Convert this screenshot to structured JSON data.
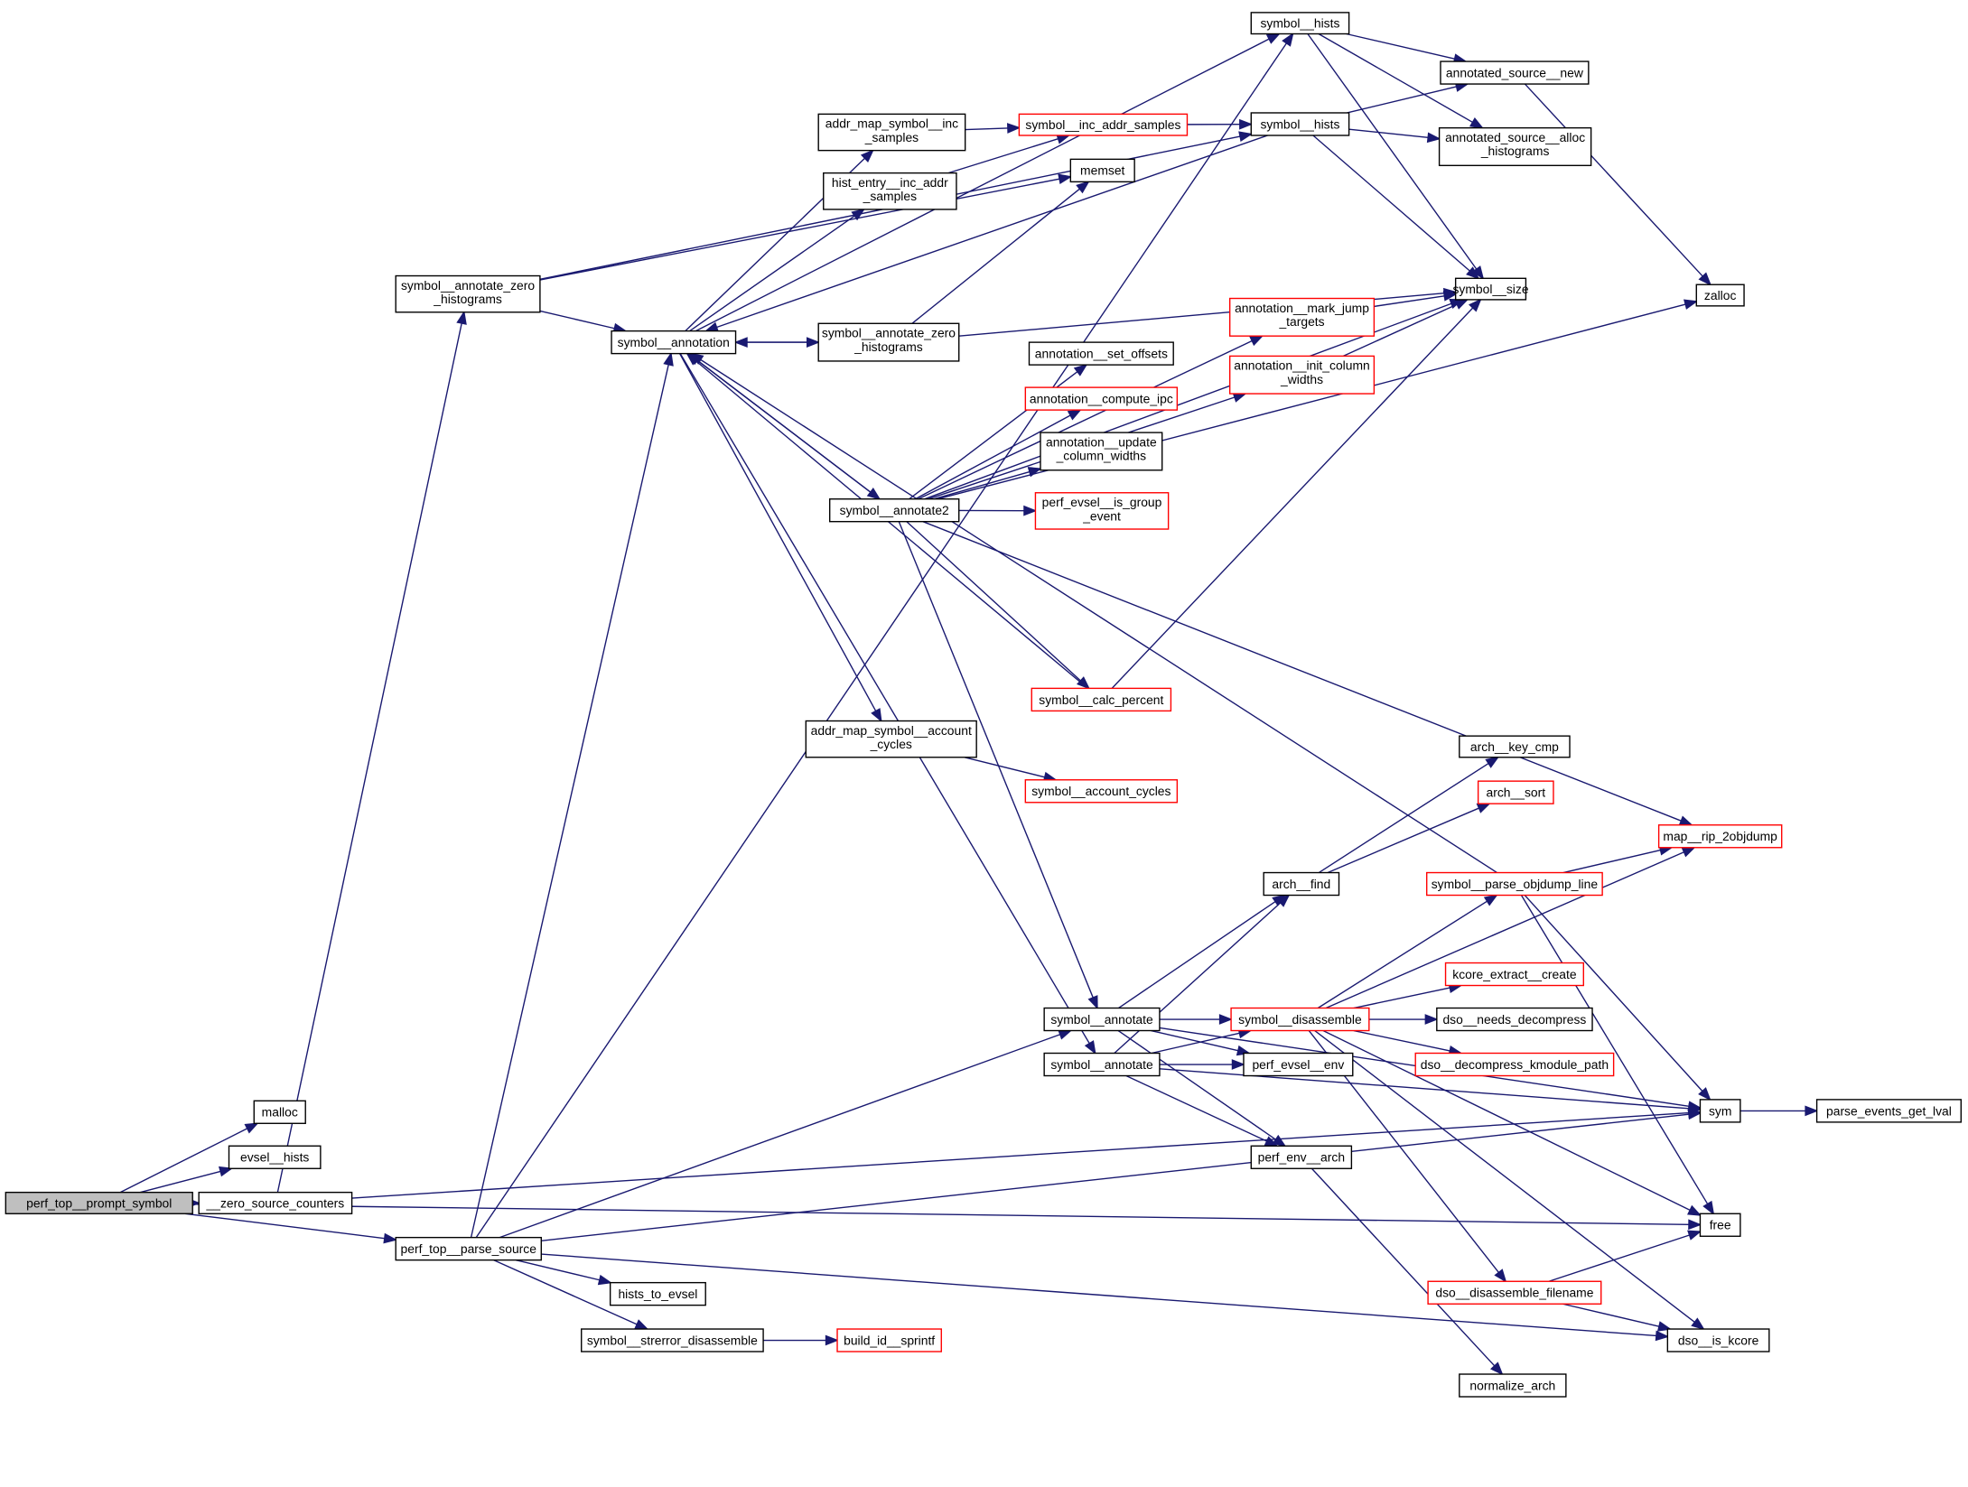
{
  "colors": {
    "edge": "#191970",
    "root_fill": "#bfbfbf",
    "undocumented_border": "#ff0000",
    "documented_border": "#000000"
  },
  "nodes": [
    {
      "id": "prompt",
      "label": [
        "perf_top__prompt_symbol"
      ],
      "style": "root"
    },
    {
      "id": "malloc",
      "label": [
        "malloc"
      ],
      "style": "black"
    },
    {
      "id": "evsel_hists",
      "label": [
        "evsel__hists"
      ],
      "style": "black"
    },
    {
      "id": "zero_src",
      "label": [
        "__zero_source_counters"
      ],
      "style": "black"
    },
    {
      "id": "parse_source",
      "label": [
        "perf_top__parse_source"
      ],
      "style": "black"
    },
    {
      "id": "hists_to_evsel",
      "label": [
        "hists_to_evsel"
      ],
      "style": "black"
    },
    {
      "id": "strerror",
      "label": [
        "symbol__strerror_disassemble"
      ],
      "style": "black"
    },
    {
      "id": "build_id",
      "label": [
        "build_id__sprintf"
      ],
      "style": "red"
    },
    {
      "id": "zero_hist_l",
      "label": [
        "symbol__annotate_zero",
        "_histograms"
      ],
      "style": "black"
    },
    {
      "id": "annotation",
      "label": [
        "symbol__annotation"
      ],
      "style": "black"
    },
    {
      "id": "addr_inc",
      "label": [
        "addr_map_symbol__inc",
        "_samples"
      ],
      "style": "black"
    },
    {
      "id": "he_inc",
      "label": [
        "hist_entry__inc_addr",
        "_samples"
      ],
      "style": "black"
    },
    {
      "id": "sym_inc",
      "label": [
        "symbol__inc_addr_samples"
      ],
      "style": "red"
    },
    {
      "id": "hists_top",
      "label": [
        "symbol__hists"
      ],
      "style": "black"
    },
    {
      "id": "hists_mid",
      "label": [
        "symbol__hists"
      ],
      "style": "black"
    },
    {
      "id": "as_new",
      "label": [
        "annotated_source__new"
      ],
      "style": "black"
    },
    {
      "id": "as_alloc",
      "label": [
        "annotated_source__alloc",
        "_histograms"
      ],
      "style": "black"
    },
    {
      "id": "memset",
      "label": [
        "memset"
      ],
      "style": "black"
    },
    {
      "id": "zero_hist_m",
      "label": [
        "symbol__annotate_zero",
        "_histograms"
      ],
      "style": "black"
    },
    {
      "id": "sym_size",
      "label": [
        "symbol__size"
      ],
      "style": "black"
    },
    {
      "id": "zalloc",
      "label": [
        "zalloc"
      ],
      "style": "black"
    },
    {
      "id": "mark_jump",
      "label": [
        "annotation__mark_jump",
        "_targets"
      ],
      "style": "red"
    },
    {
      "id": "init_col",
      "label": [
        "annotation__init_column",
        "_widths"
      ],
      "style": "red"
    },
    {
      "id": "set_offsets",
      "label": [
        "annotation__set_offsets"
      ],
      "style": "black"
    },
    {
      "id": "compute_ipc",
      "label": [
        "annotation__compute_ipc"
      ],
      "style": "red"
    },
    {
      "id": "update_col",
      "label": [
        "annotation__update",
        "_column_widths"
      ],
      "style": "black"
    },
    {
      "id": "is_group",
      "label": [
        "perf_evsel__is_group",
        "_event"
      ],
      "style": "red"
    },
    {
      "id": "annotate2",
      "label": [
        "symbol__annotate2"
      ],
      "style": "black"
    },
    {
      "id": "calc_percent",
      "label": [
        "symbol__calc_percent"
      ],
      "style": "red"
    },
    {
      "id": "addr_account",
      "label": [
        "addr_map_symbol__account",
        "_cycles"
      ],
      "style": "black"
    },
    {
      "id": "account_cycles",
      "label": [
        "symbol__account_cycles"
      ],
      "style": "red"
    },
    {
      "id": "key_cmp",
      "label": [
        "arch__key_cmp"
      ],
      "style": "black"
    },
    {
      "id": "arch_sort",
      "label": [
        "arch__sort"
      ],
      "style": "red"
    },
    {
      "id": "map_rip",
      "label": [
        "map__rip_2objdump"
      ],
      "style": "red"
    },
    {
      "id": "arch_find",
      "label": [
        "arch__find"
      ],
      "style": "black"
    },
    {
      "id": "parse_objdump",
      "label": [
        "symbol__parse_objdump_line"
      ],
      "style": "red"
    },
    {
      "id": "kcore_extract",
      "label": [
        "kcore_extract__create"
      ],
      "style": "red"
    },
    {
      "id": "annotate_a",
      "label": [
        "symbol__annotate"
      ],
      "style": "black"
    },
    {
      "id": "disassemble",
      "label": [
        "symbol__disassemble"
      ],
      "style": "red"
    },
    {
      "id": "needs_decomp",
      "label": [
        "dso__needs_decompress"
      ],
      "style": "black"
    },
    {
      "id": "annotate_b",
      "label": [
        "symbol__annotate"
      ],
      "style": "black"
    },
    {
      "id": "evsel_env",
      "label": [
        "perf_evsel__env"
      ],
      "style": "black"
    },
    {
      "id": "decomp_kmod",
      "label": [
        "dso__decompress_kmodule_path"
      ],
      "style": "red"
    },
    {
      "id": "sym",
      "label": [
        "sym"
      ],
      "style": "black"
    },
    {
      "id": "lval",
      "label": [
        "parse_events_get_lval"
      ],
      "style": "black"
    },
    {
      "id": "env_arch",
      "label": [
        "perf_env__arch"
      ],
      "style": "black"
    },
    {
      "id": "free",
      "label": [
        "free"
      ],
      "style": "black"
    },
    {
      "id": "dis_filename",
      "label": [
        "dso__disassemble_filename"
      ],
      "style": "red"
    },
    {
      "id": "is_kcore",
      "label": [
        "dso__is_kcore"
      ],
      "style": "black"
    },
    {
      "id": "normalize",
      "label": [
        "normalize_arch"
      ],
      "style": "black"
    }
  ],
  "edges": [
    [
      "prompt",
      "malloc"
    ],
    [
      "prompt",
      "evsel_hists"
    ],
    [
      "prompt",
      "zero_src"
    ],
    [
      "prompt",
      "parse_source"
    ],
    [
      "prompt",
      "free"
    ],
    [
      "zero_src",
      "zero_hist_l"
    ],
    [
      "zero_src",
      "sym"
    ],
    [
      "zero_hist_l",
      "annotation"
    ],
    [
      "zero_hist_l",
      "memset"
    ],
    [
      "zero_hist_l",
      "hists_mid"
    ],
    [
      "parse_source",
      "annotation"
    ],
    [
      "parse_source",
      "hists_top"
    ],
    [
      "parse_source",
      "annotate_a"
    ],
    [
      "parse_source",
      "sym"
    ],
    [
      "parse_source",
      "hists_to_evsel"
    ],
    [
      "parse_source",
      "strerror"
    ],
    [
      "parse_source",
      "is_kcore"
    ],
    [
      "strerror",
      "build_id"
    ],
    [
      "annotation",
      "addr_inc"
    ],
    [
      "annotation",
      "he_inc"
    ],
    [
      "annotation",
      "hists_top"
    ],
    [
      "annotation",
      "zero_hist_m"
    ],
    [
      "annotation",
      "annotate2"
    ],
    [
      "annotation",
      "addr_account"
    ],
    [
      "annotation",
      "annotate_b"
    ],
    [
      "addr_inc",
      "sym_inc"
    ],
    [
      "he_inc",
      "sym_inc"
    ],
    [
      "sym_inc",
      "hists_mid"
    ],
    [
      "hists_mid",
      "annotation"
    ],
    [
      "hists_top",
      "as_new"
    ],
    [
      "hists_top",
      "as_alloc"
    ],
    [
      "hists_top",
      "sym_size"
    ],
    [
      "hists_mid",
      "as_new"
    ],
    [
      "hists_mid",
      "as_alloc"
    ],
    [
      "hists_mid",
      "sym_size"
    ],
    [
      "as_new",
      "zalloc"
    ],
    [
      "zero_hist_m",
      "annotation"
    ],
    [
      "zero_hist_m",
      "memset"
    ],
    [
      "zero_hist_m",
      "sym_size"
    ],
    [
      "annotate2",
      "annotation"
    ],
    [
      "annotate2",
      "set_offsets"
    ],
    [
      "annotate2",
      "compute_ipc"
    ],
    [
      "annotate2",
      "update_col"
    ],
    [
      "annotate2",
      "is_group"
    ],
    [
      "annotate2",
      "mark_jump"
    ],
    [
      "annotate2",
      "init_col"
    ],
    [
      "annotate2",
      "sym_size"
    ],
    [
      "annotate2",
      "calc_percent"
    ],
    [
      "annotate2",
      "map_rip"
    ],
    [
      "annotate2",
      "annotate_a"
    ],
    [
      "annotate2",
      "zalloc"
    ],
    [
      "mark_jump",
      "sym_size"
    ],
    [
      "init_col",
      "sym_size"
    ],
    [
      "calc_percent",
      "sym_size"
    ],
    [
      "calc_percent",
      "annotation"
    ],
    [
      "addr_account",
      "account_cycles"
    ],
    [
      "arch_find",
      "key_cmp"
    ],
    [
      "arch_find",
      "arch_sort"
    ],
    [
      "parse_objdump",
      "map_rip"
    ],
    [
      "parse_objdump",
      "sym"
    ],
    [
      "parse_objdump",
      "free"
    ],
    [
      "parse_objdump",
      "annotation"
    ],
    [
      "annotate_a",
      "arch_find"
    ],
    [
      "annotate_a",
      "disassemble"
    ],
    [
      "annotate_a",
      "sym"
    ],
    [
      "annotate_a",
      "env_arch"
    ],
    [
      "annotate_a",
      "evsel_env"
    ],
    [
      "disassemble",
      "map_rip"
    ],
    [
      "disassemble",
      "parse_objdump"
    ],
    [
      "disassemble",
      "kcore_extract"
    ],
    [
      "disassemble",
      "needs_decomp"
    ],
    [
      "disassemble",
      "decomp_kmod"
    ],
    [
      "disassemble",
      "free"
    ],
    [
      "disassemble",
      "dis_filename"
    ],
    [
      "disassemble",
      "is_kcore"
    ],
    [
      "annotate_b",
      "arch_find"
    ],
    [
      "annotate_b",
      "disassemble"
    ],
    [
      "annotate_b",
      "evsel_env"
    ],
    [
      "annotate_b",
      "sym"
    ],
    [
      "annotate_b",
      "env_arch"
    ],
    [
      "sym",
      "lval"
    ],
    [
      "env_arch",
      "normalize"
    ],
    [
      "dis_filename",
      "free"
    ],
    [
      "dis_filename",
      "is_kcore"
    ]
  ]
}
